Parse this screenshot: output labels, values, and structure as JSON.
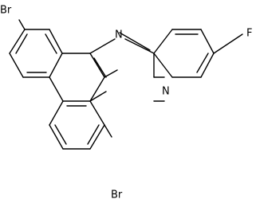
{
  "molecule": {
    "atoms": {
      "br_top": "Br",
      "br_bottom": "Br",
      "n_top": "N",
      "n_bottom": "N",
      "f_right": "F"
    }
  }
}
